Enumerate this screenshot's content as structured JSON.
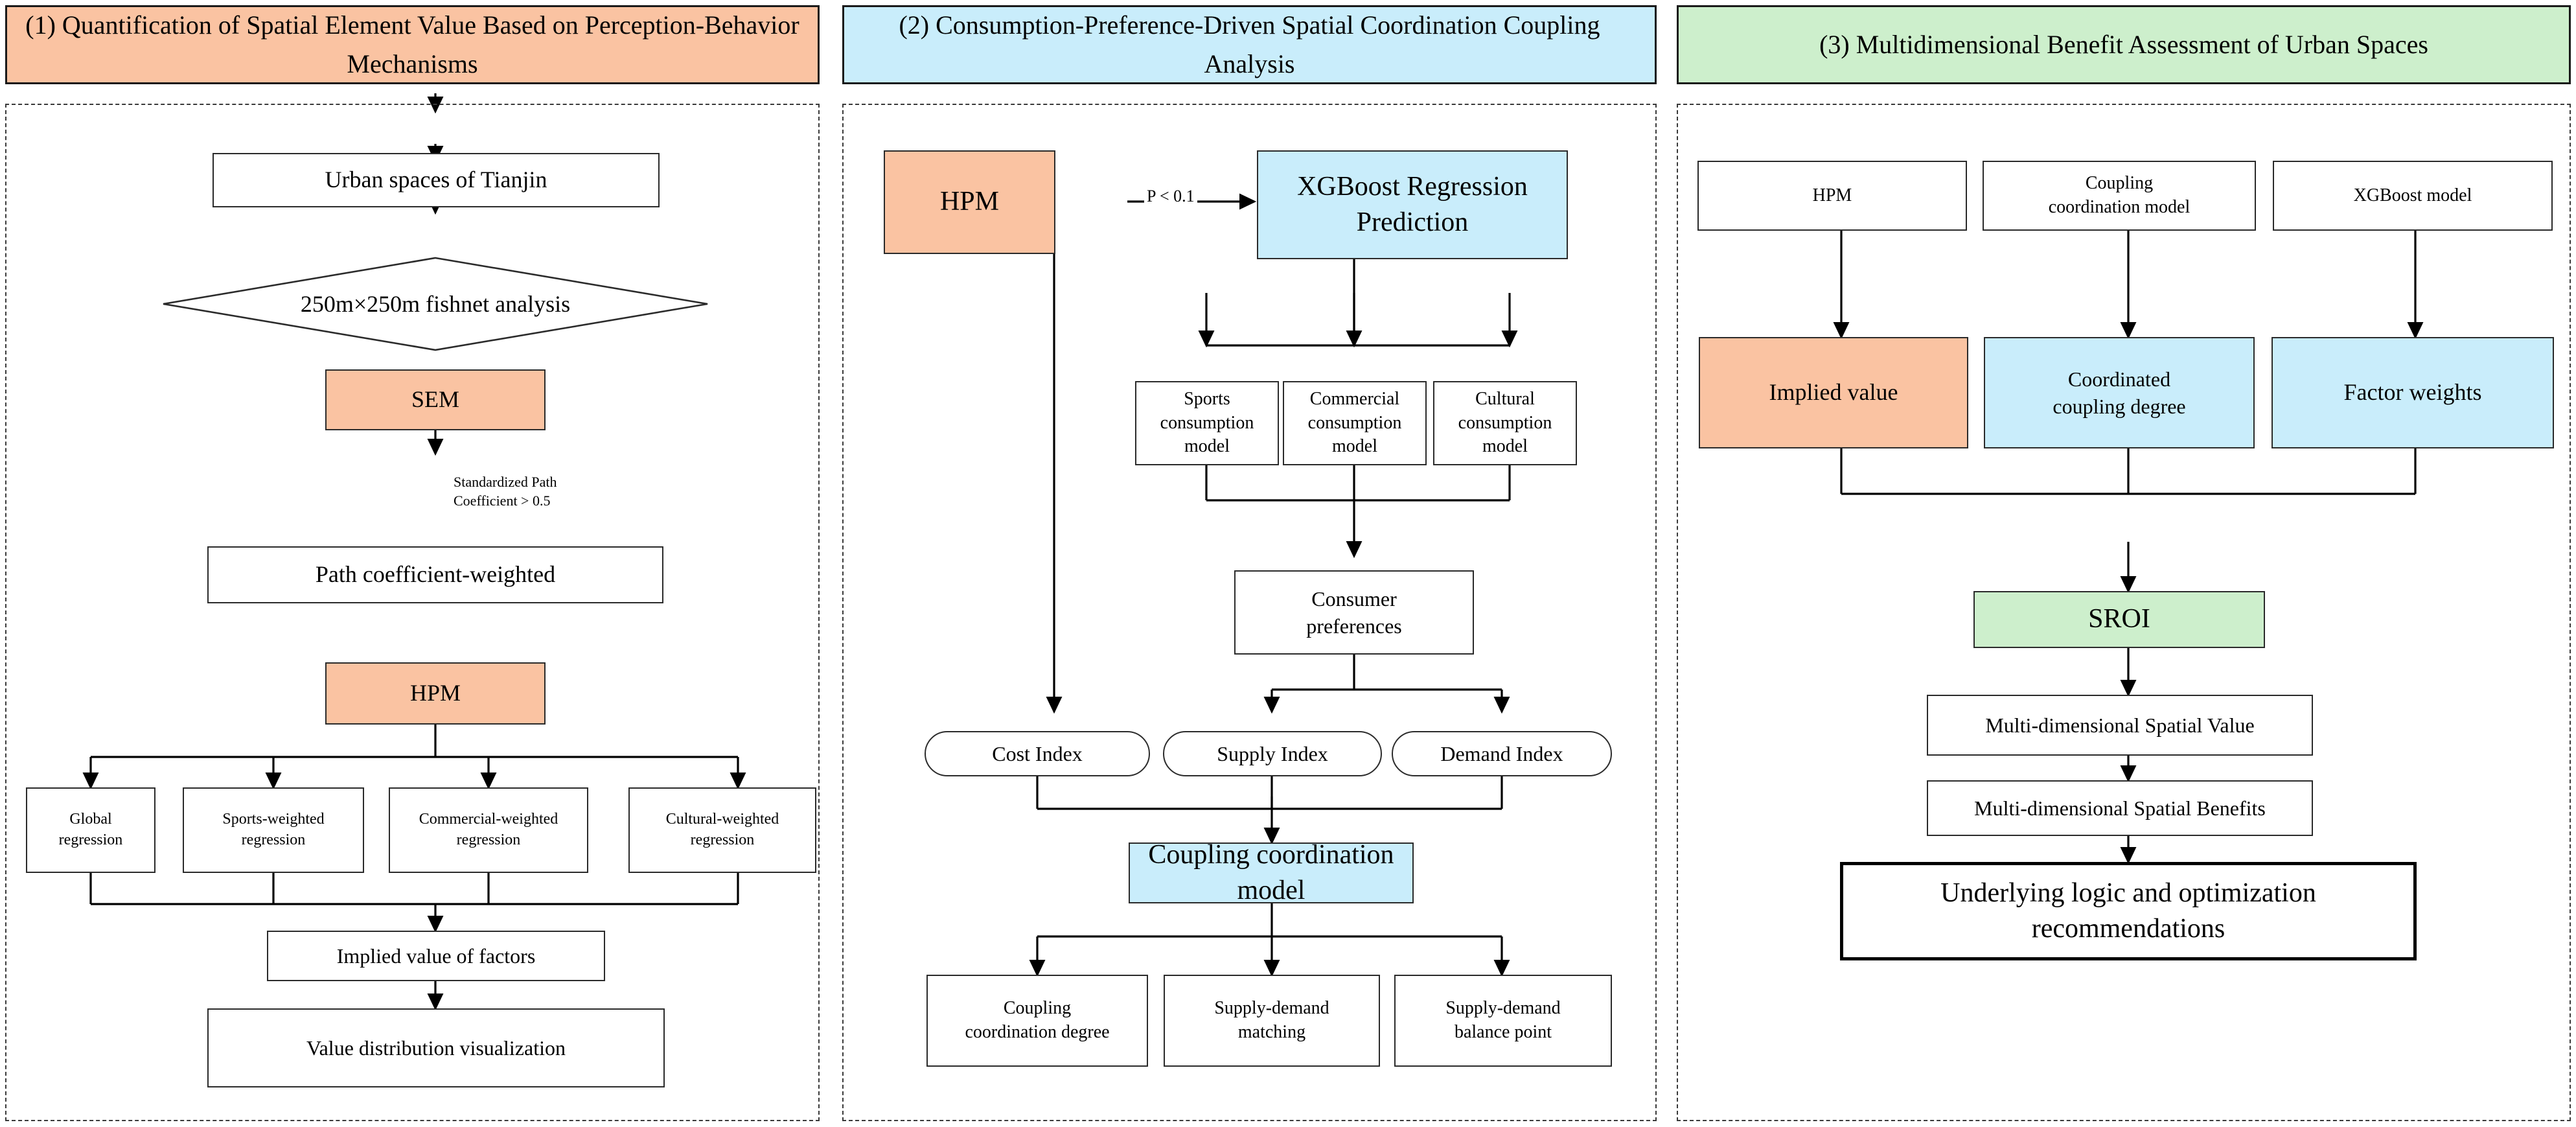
{
  "colors": {
    "orange": "#FAC3A2",
    "blue": "#C9EDFB",
    "green": "#CDEFCC",
    "border": "#2b2b2b",
    "background": "#FFFFFF"
  },
  "panels": [
    {
      "id": "panel-1",
      "header": "(1) Quantification of Spatial Element Value Based on Perception-Behavior  Mechanisms",
      "header_color": "#FAC3A2",
      "nodes": [
        {
          "key": "urban_spaces",
          "label": "Urban spaces of Tianjin",
          "shape": "rect",
          "fill": "white"
        },
        {
          "key": "fishnet",
          "label": "250m×250m fishnet analysis",
          "shape": "diamond",
          "fill": "white"
        },
        {
          "key": "sem",
          "label": "SEM",
          "shape": "rect",
          "fill": "orange"
        },
        {
          "key": "path_weighted",
          "label": "Path coefficient-weighted",
          "shape": "rect",
          "fill": "white"
        },
        {
          "key": "hpm",
          "label": "HPM",
          "shape": "rect",
          "fill": "orange"
        },
        {
          "key": "global_reg",
          "label": "Global\nregression",
          "shape": "rect",
          "fill": "white"
        },
        {
          "key": "sports_reg",
          "label": "Sports-weighted\nregression",
          "shape": "rect",
          "fill": "white"
        },
        {
          "key": "commercial_reg",
          "label": "Commercial-weighted\nregression",
          "shape": "rect",
          "fill": "white"
        },
        {
          "key": "cultural_reg",
          "label": "Cultural-weighted\nregression",
          "shape": "rect",
          "fill": "white"
        },
        {
          "key": "implied_value",
          "label": "Implied value of factors",
          "shape": "rect",
          "fill": "white"
        },
        {
          "key": "value_dist",
          "label": "Value distribution visualization",
          "shape": "rect",
          "fill": "white"
        }
      ],
      "edge_labels": [
        {
          "key": "sem_to_path",
          "text": "Standardized Path\nCoefficient > 0.5"
        }
      ]
    },
    {
      "id": "panel-2",
      "header": "(2) Consumption-Preference-Driven Spatial Coordination Coupling Analysis",
      "header_color": "#C9EDFB",
      "nodes": [
        {
          "key": "hpm",
          "label": "HPM",
          "shape": "rect",
          "fill": "orange"
        },
        {
          "key": "xgboost",
          "label": "XGBoost Regression Prediction",
          "shape": "rect",
          "fill": "blue"
        },
        {
          "key": "sports_model",
          "label": "Sports\nconsumption\nmodel",
          "shape": "rect",
          "fill": "white"
        },
        {
          "key": "commercial_model",
          "label": "Commercial\nconsumption\nmodel",
          "shape": "rect",
          "fill": "white"
        },
        {
          "key": "cultural_model",
          "label": "Cultural\nconsumption\nmodel",
          "shape": "rect",
          "fill": "white"
        },
        {
          "key": "consumer_pref",
          "label": "Consumer\npreferences",
          "shape": "rect",
          "fill": "white"
        },
        {
          "key": "cost_index",
          "label": "Cost Index",
          "shape": "oval",
          "fill": "white"
        },
        {
          "key": "supply_index",
          "label": "Supply Index",
          "shape": "oval",
          "fill": "white"
        },
        {
          "key": "demand_index",
          "label": "Demand Index",
          "shape": "oval",
          "fill": "white"
        },
        {
          "key": "coupling_model",
          "label": "Coupling coordination model",
          "shape": "rect",
          "fill": "blue"
        },
        {
          "key": "coupling_degree",
          "label": "Coupling\ncoordination degree",
          "shape": "rect",
          "fill": "white"
        },
        {
          "key": "sd_matching",
          "label": "Supply-demand\nmatching",
          "shape": "rect",
          "fill": "white"
        },
        {
          "key": "sd_balance",
          "label": "Supply-demand\nbalance point",
          "shape": "rect",
          "fill": "white"
        }
      ],
      "edge_labels": [
        {
          "key": "hpm_to_xgboost",
          "text": "P < 0.1"
        }
      ]
    },
    {
      "id": "panel-3",
      "header": "(3) Multidimensional Benefit Assessment of Urban Spaces",
      "header_color": "#CDEFCC",
      "nodes": [
        {
          "key": "hpm",
          "label": "HPM",
          "shape": "rect",
          "fill": "white"
        },
        {
          "key": "coupling_model",
          "label": "Coupling\ncoordination model",
          "shape": "rect",
          "fill": "white"
        },
        {
          "key": "xgboost_model",
          "label": "XGBoost model",
          "shape": "rect",
          "fill": "white"
        },
        {
          "key": "implied_value",
          "label": "Implied value",
          "shape": "rect",
          "fill": "orange"
        },
        {
          "key": "coord_coupling",
          "label": "Coordinated\ncoupling degree",
          "shape": "rect",
          "fill": "blue"
        },
        {
          "key": "factor_weights",
          "label": "Factor weights",
          "shape": "rect",
          "fill": "blue"
        },
        {
          "key": "sroi",
          "label": "SROI",
          "shape": "rect",
          "fill": "green"
        },
        {
          "key": "md_value",
          "label": "Multi-dimensional Spatial Value",
          "shape": "rect",
          "fill": "white"
        },
        {
          "key": "md_benefits",
          "label": "Multi-dimensional Spatial Benefits",
          "shape": "rect",
          "fill": "white"
        },
        {
          "key": "underlying",
          "label": "Underlying logic and optimization recommendations",
          "shape": "rect",
          "fill": "white"
        }
      ],
      "edge_labels": []
    }
  ]
}
